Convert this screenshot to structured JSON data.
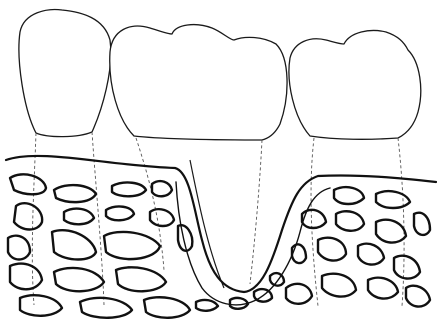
{
  "figure": {
    "teeth": [
      {
        "name": "left-premolar"
      },
      {
        "name": "middle-molar"
      },
      {
        "name": "right-molar"
      }
    ],
    "defect": "vertical-bone-defect"
  }
}
